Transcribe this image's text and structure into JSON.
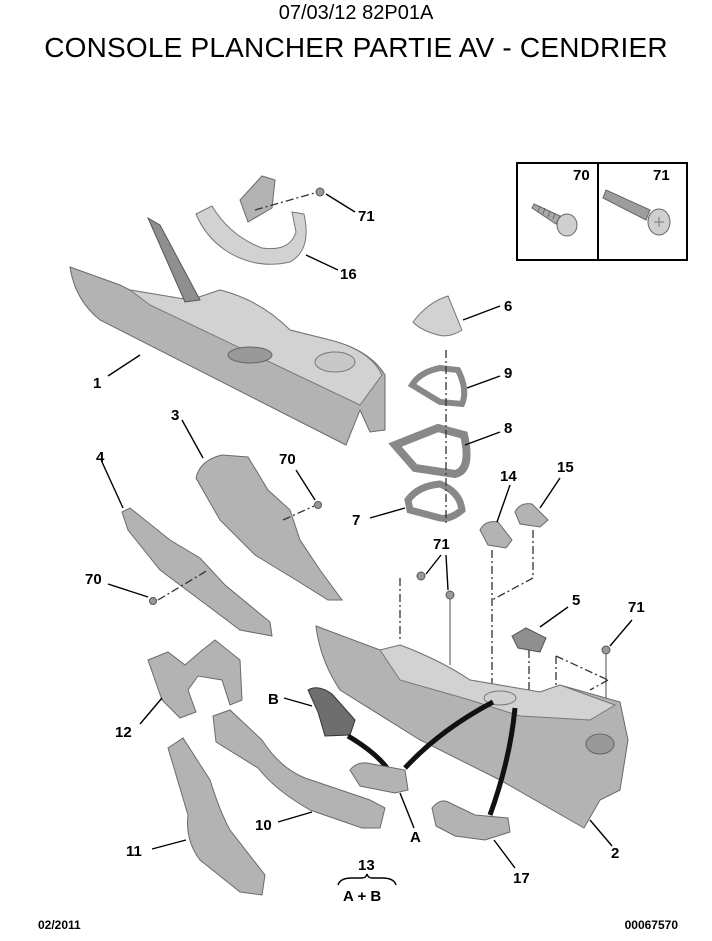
{
  "header": {
    "date_ref": "07/03/12 82P01A",
    "title": "CONSOLE PLANCHER PARTIE AV - CENDRIER"
  },
  "footer": {
    "date": "02/2011",
    "diagram_number": "00067570"
  },
  "fastener_inset": {
    "items": [
      {
        "ref": "70",
        "description": "screw-pan-head-short"
      },
      {
        "ref": "71",
        "description": "screw-flange-head-long"
      }
    ]
  },
  "callouts": {
    "c1": "1",
    "c2": "2",
    "c3": "3",
    "c4": "4",
    "c5": "5",
    "c6": "6",
    "c7": "7",
    "c8": "8",
    "c9": "9",
    "c10": "10",
    "c11": "11",
    "c12": "12",
    "c13": "13",
    "c13_sub": "A + B",
    "c14": "14",
    "c15": "15",
    "c16": "16",
    "c17": "17",
    "cA": "A",
    "cB": "B",
    "c70_a": "70",
    "c70_b": "70",
    "c71_a": "71",
    "c71_b": "71",
    "c71_c": "71"
  }
}
